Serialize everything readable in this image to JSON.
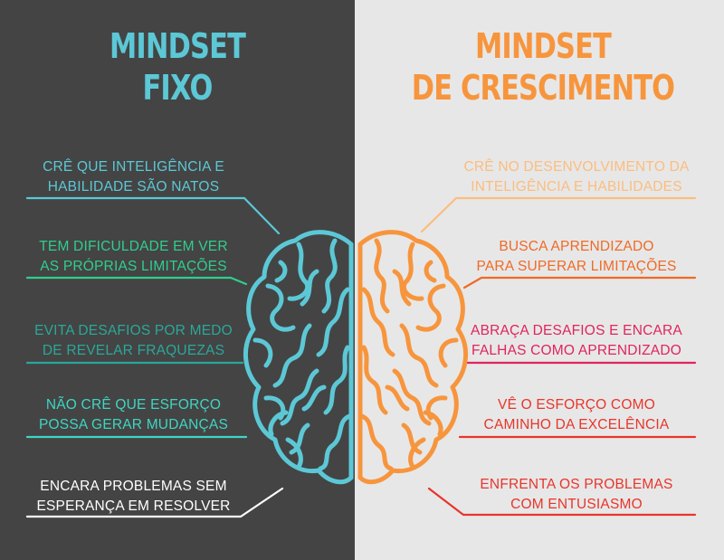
{
  "left": {
    "title_line1": "MINDSET",
    "title_line2": "FIXO",
    "title_color": "#5cc8d6",
    "background": "#444444",
    "items": [
      {
        "line1": "CRÊ QUE INTELIGÊNCIA E",
        "line2": "HABILIDADE SÃO NATOS",
        "color": "#5cc8d6"
      },
      {
        "line1": "TEM DIFICULDADE EM VER",
        "line2": "AS PRÓPRIAS LIMITAÇÕES",
        "color": "#2fce8f"
      },
      {
        "line1": "EVITA DESAFIOS POR MEDO",
        "line2": "DE REVELAR FRAQUEZAS",
        "color": "#2aa89a"
      },
      {
        "line1": "NÃO CRÊ QUE ESFORÇO",
        "line2": "POSSA GERAR MUDANÇAS",
        "color": "#3ed6c3"
      },
      {
        "line1": "ENCARA PROBLEMAS SEM",
        "line2": "ESPERANÇA EM RESOLVER",
        "color": "#ffffff"
      }
    ]
  },
  "right": {
    "title_line1": "MINDSET",
    "title_line2": "DE CRESCIMENTO",
    "title_color": "#f7953d",
    "background": "#e7e7e7",
    "items": [
      {
        "line1": "CRÊ NO DESENVOLVIMENTO DA",
        "line2": "INTELIGÊNCIA E HABILIDADES",
        "color": "#fbbd7f"
      },
      {
        "line1": "BUSCA APRENDIZADO",
        "line2": "PARA SUPERAR LIMITAÇÕES",
        "color": "#ef6a26"
      },
      {
        "line1": "ABRAÇA DESAFIOS E ENCARA",
        "line2": "FALHAS COMO APRENDIZADO",
        "color": "#e0245e"
      },
      {
        "line1": "VÊ O ESFORÇO COMO",
        "line2": "CAMINHO DA EXCELÊNCIA",
        "color": "#e8352b"
      },
      {
        "line1": "ENFRENTA OS PROBLEMAS",
        "line2": "COM ENTUSIASMO",
        "color": "#e8352b"
      }
    ]
  },
  "icons": {
    "left_brain": "brain-left-hemisphere-icon",
    "right_brain": "brain-right-hemisphere-icon",
    "left_brain_color": "#5cc8d6",
    "right_brain_color": "#f7953d"
  }
}
